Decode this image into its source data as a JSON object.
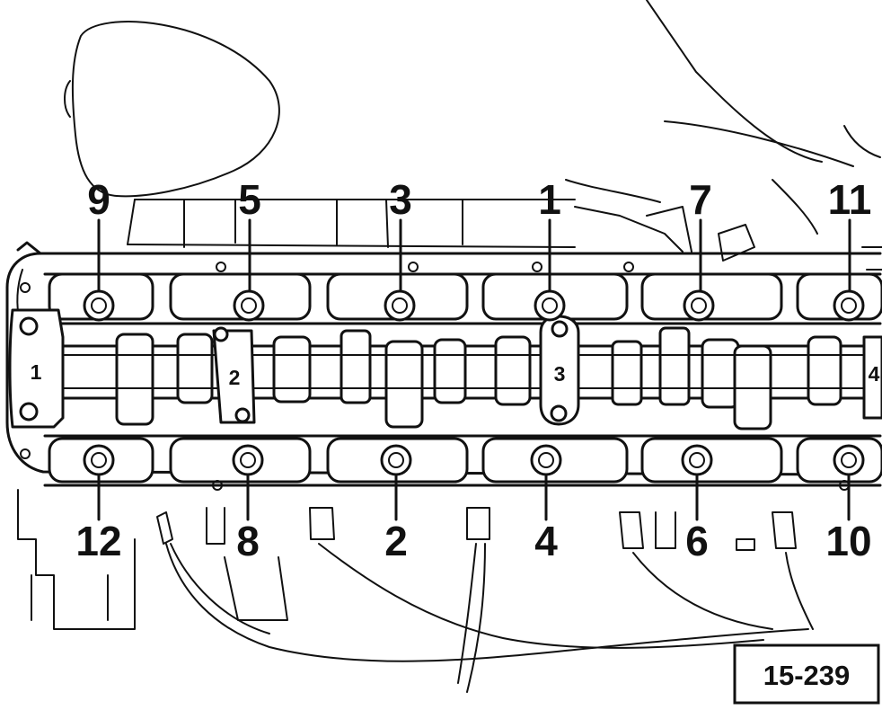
{
  "figure_ref": "15-239",
  "tightening_sequence_upper": [
    "9",
    "5",
    "3",
    "1",
    "7",
    "11"
  ],
  "tightening_sequence_lower": [
    "12",
    "8",
    "2",
    "4",
    "6",
    "10"
  ],
  "bearing_caps": [
    "1",
    "2",
    "3",
    "4"
  ]
}
